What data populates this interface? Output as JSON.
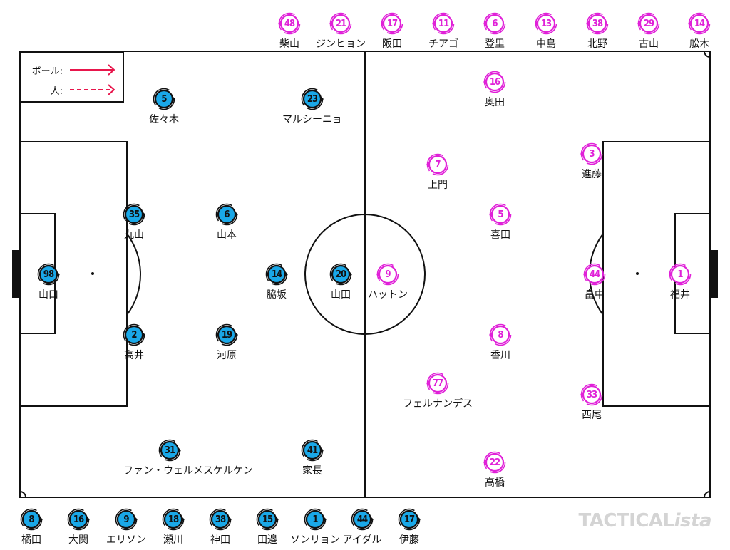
{
  "legend": {
    "ball_label": "ボール:",
    "man_label": "人:",
    "arrow_color": "#e8164c"
  },
  "brand": {
    "main": "TACTICAL",
    "italic": "ista"
  },
  "colors": {
    "home_fill": "#1aa8e8",
    "away_ring": "#e020d8",
    "line": "#111111"
  },
  "home": {
    "starters": [
      {
        "number": "98",
        "name": "山口"
      },
      {
        "number": "35",
        "name": "丸山"
      },
      {
        "number": "2",
        "name": "高井"
      },
      {
        "number": "5",
        "name": "佐々木"
      },
      {
        "number": "31",
        "name": "ファン・ウェルメスケルケン"
      },
      {
        "number": "6",
        "name": "山本"
      },
      {
        "number": "19",
        "name": "河原"
      },
      {
        "number": "14",
        "name": "脇坂"
      },
      {
        "number": "23",
        "name": "マルシーニョ"
      },
      {
        "number": "41",
        "name": "家長"
      },
      {
        "number": "20",
        "name": "山田"
      }
    ],
    "bench": [
      {
        "number": "8",
        "name": "橘田"
      },
      {
        "number": "16",
        "name": "大関"
      },
      {
        "number": "9",
        "name": "エリソン"
      },
      {
        "number": "18",
        "name": "瀬川"
      },
      {
        "number": "38",
        "name": "神田"
      },
      {
        "number": "15",
        "name": "田邉"
      },
      {
        "number": "1",
        "name": "ソンリョン"
      },
      {
        "number": "44",
        "name": "アイダル"
      },
      {
        "number": "17",
        "name": "伊藤"
      }
    ]
  },
  "away": {
    "starters": [
      {
        "number": "1",
        "name": "福井"
      },
      {
        "number": "44",
        "name": "畠中"
      },
      {
        "number": "3",
        "name": "進藤"
      },
      {
        "number": "33",
        "name": "西尾"
      },
      {
        "number": "16",
        "name": "奥田"
      },
      {
        "number": "22",
        "name": "高橋"
      },
      {
        "number": "5",
        "name": "喜田"
      },
      {
        "number": "8",
        "name": "香川"
      },
      {
        "number": "7",
        "name": "上門"
      },
      {
        "number": "77",
        "name": "フェルナンデス"
      },
      {
        "number": "9",
        "name": "ハットン"
      }
    ],
    "bench": [
      {
        "number": "48",
        "name": "柴山"
      },
      {
        "number": "21",
        "name": "ジンヒョン"
      },
      {
        "number": "17",
        "name": "阪田"
      },
      {
        "number": "11",
        "name": "チアゴ"
      },
      {
        "number": "6",
        "name": "登里"
      },
      {
        "number": "13",
        "name": "中島"
      },
      {
        "number": "38",
        "name": "北野"
      },
      {
        "number": "29",
        "name": "古山"
      },
      {
        "number": "14",
        "name": "舩木"
      }
    ]
  }
}
